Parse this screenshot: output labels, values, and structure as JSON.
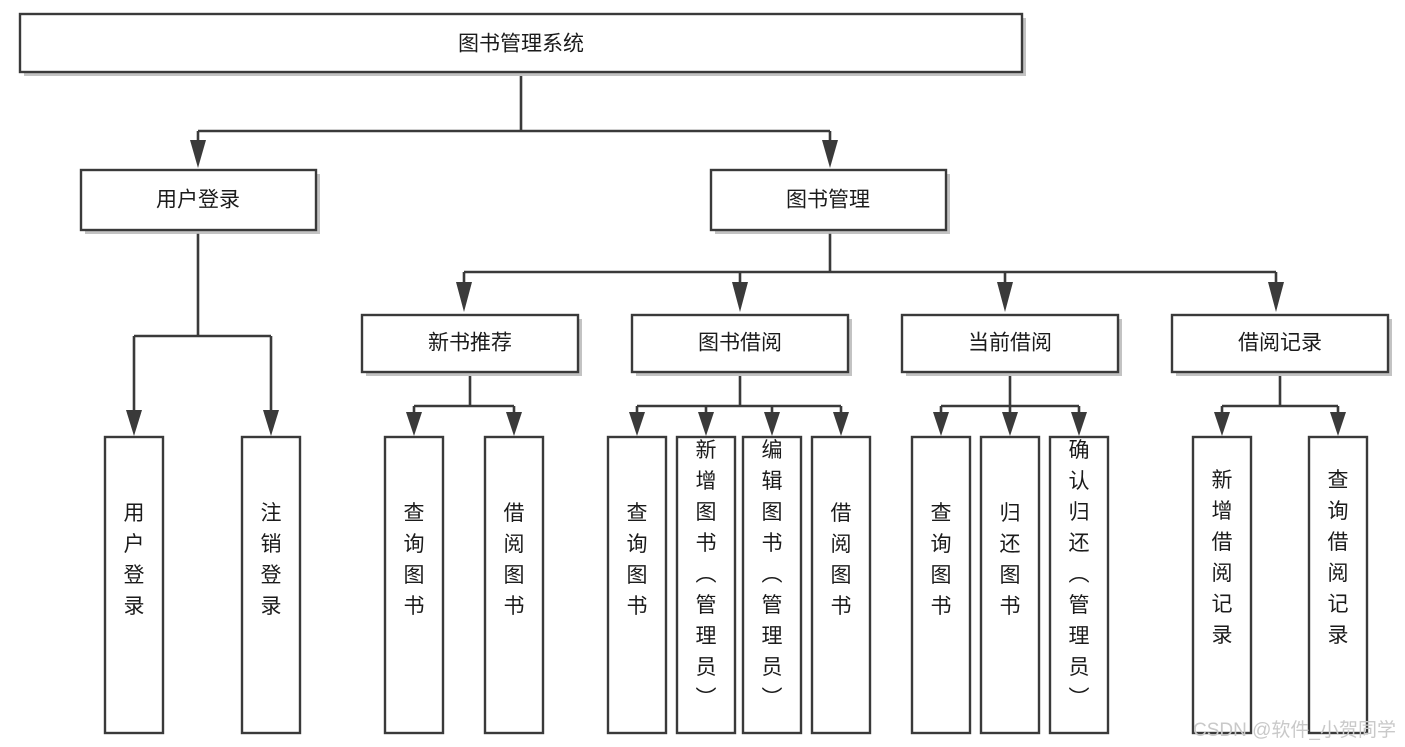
{
  "diagram": {
    "title": "图书管理系统",
    "type": "hierarchy-tree",
    "orientation": "top-down",
    "levels": 4,
    "root": {
      "id": "root",
      "label": "图书管理系统"
    },
    "level2": [
      {
        "id": "user-login",
        "label": "用户登录"
      },
      {
        "id": "book-manage",
        "label": "图书管理"
      }
    ],
    "level3": [
      {
        "id": "new-book-rec",
        "label": "新书推荐",
        "parent": "book-manage"
      },
      {
        "id": "book-borrow",
        "label": "图书借阅",
        "parent": "book-manage"
      },
      {
        "id": "current-borrow",
        "label": "当前借阅",
        "parent": "book-manage"
      },
      {
        "id": "borrow-record",
        "label": "借阅记录",
        "parent": "book-manage"
      }
    ],
    "leaves": [
      {
        "id": "leaf-1",
        "label": "用户登录",
        "parent": "user-login"
      },
      {
        "id": "leaf-2",
        "label": "注销登录",
        "parent": "user-login"
      },
      {
        "id": "leaf-3",
        "label": "查询图书",
        "parent": "new-book-rec"
      },
      {
        "id": "leaf-4",
        "label": "借阅图书",
        "parent": "new-book-rec"
      },
      {
        "id": "leaf-5",
        "label": "查询图书",
        "parent": "book-borrow"
      },
      {
        "id": "leaf-6",
        "label": "新增图书（管理员）",
        "parent": "book-borrow"
      },
      {
        "id": "leaf-7",
        "label": "编辑图书（管理员）",
        "parent": "book-borrow"
      },
      {
        "id": "leaf-8",
        "label": "借阅图书",
        "parent": "book-borrow"
      },
      {
        "id": "leaf-9",
        "label": "查询图书",
        "parent": "current-borrow"
      },
      {
        "id": "leaf-10",
        "label": "归还图书",
        "parent": "current-borrow"
      },
      {
        "id": "leaf-11",
        "label": "确认归还（管理员）",
        "parent": "current-borrow"
      },
      {
        "id": "leaf-12",
        "label": "新增借阅记录",
        "parent": "borrow-record"
      },
      {
        "id": "leaf-13",
        "label": "查询借阅记录",
        "parent": "borrow-record"
      }
    ]
  },
  "watermark": {
    "text": "CSDN @软件_小贺同学"
  },
  "colors": {
    "stroke": "#3a3a3a",
    "fill": "#ffffff",
    "text": "#1b1b1b",
    "shadow": "#b9b9b9",
    "watermark": "#c9c9c9"
  }
}
